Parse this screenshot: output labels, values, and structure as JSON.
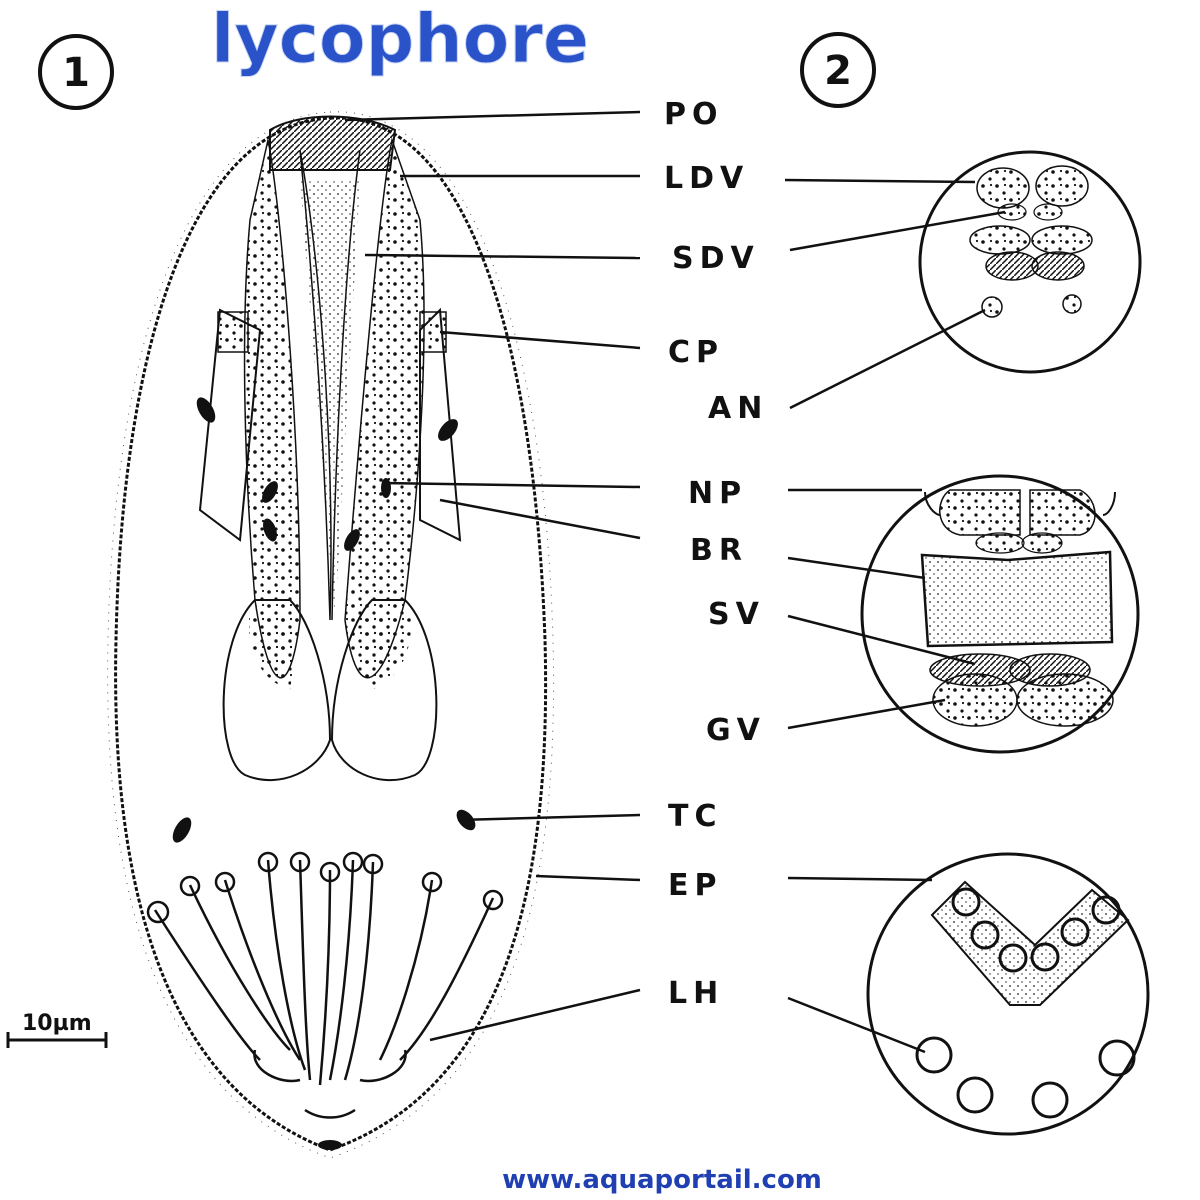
{
  "title": "lycophore",
  "figure_numbers": {
    "left": "1",
    "right": "2"
  },
  "labels": {
    "po": "PO",
    "ldv": "LDV",
    "sdv": "SDV",
    "cp": "CP",
    "an": "AN",
    "np": "NP",
    "br": "BR",
    "sv": "SV",
    "gv": "GV",
    "tc": "TC",
    "ep": "EP",
    "lh": "LH"
  },
  "scale_bar": "10µm",
  "website": "www.aquaportail.com",
  "colors": {
    "title": "#2a52c9",
    "url": "#1f3fb3",
    "ink": "#111111"
  }
}
